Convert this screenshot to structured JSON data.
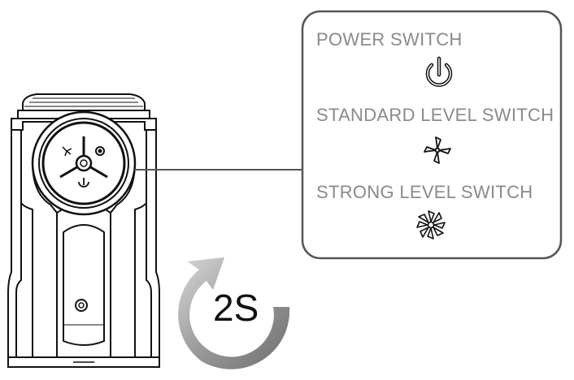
{
  "panel": {
    "power_label": "POWER SWITCH",
    "standard_label": "STANDARD LEVEL SWITCH",
    "strong_label": "STRONG  LEVEL SWITCH",
    "icons": {
      "power": "power-icon",
      "standard": "fan-standard-icon",
      "strong": "fan-strong-icon"
    }
  },
  "hold": {
    "text": "2S",
    "icon": "rotate-arrow-icon"
  },
  "colors": {
    "line": "#111111",
    "label_text": "#8a8a8a",
    "panel_border": "#555555"
  }
}
